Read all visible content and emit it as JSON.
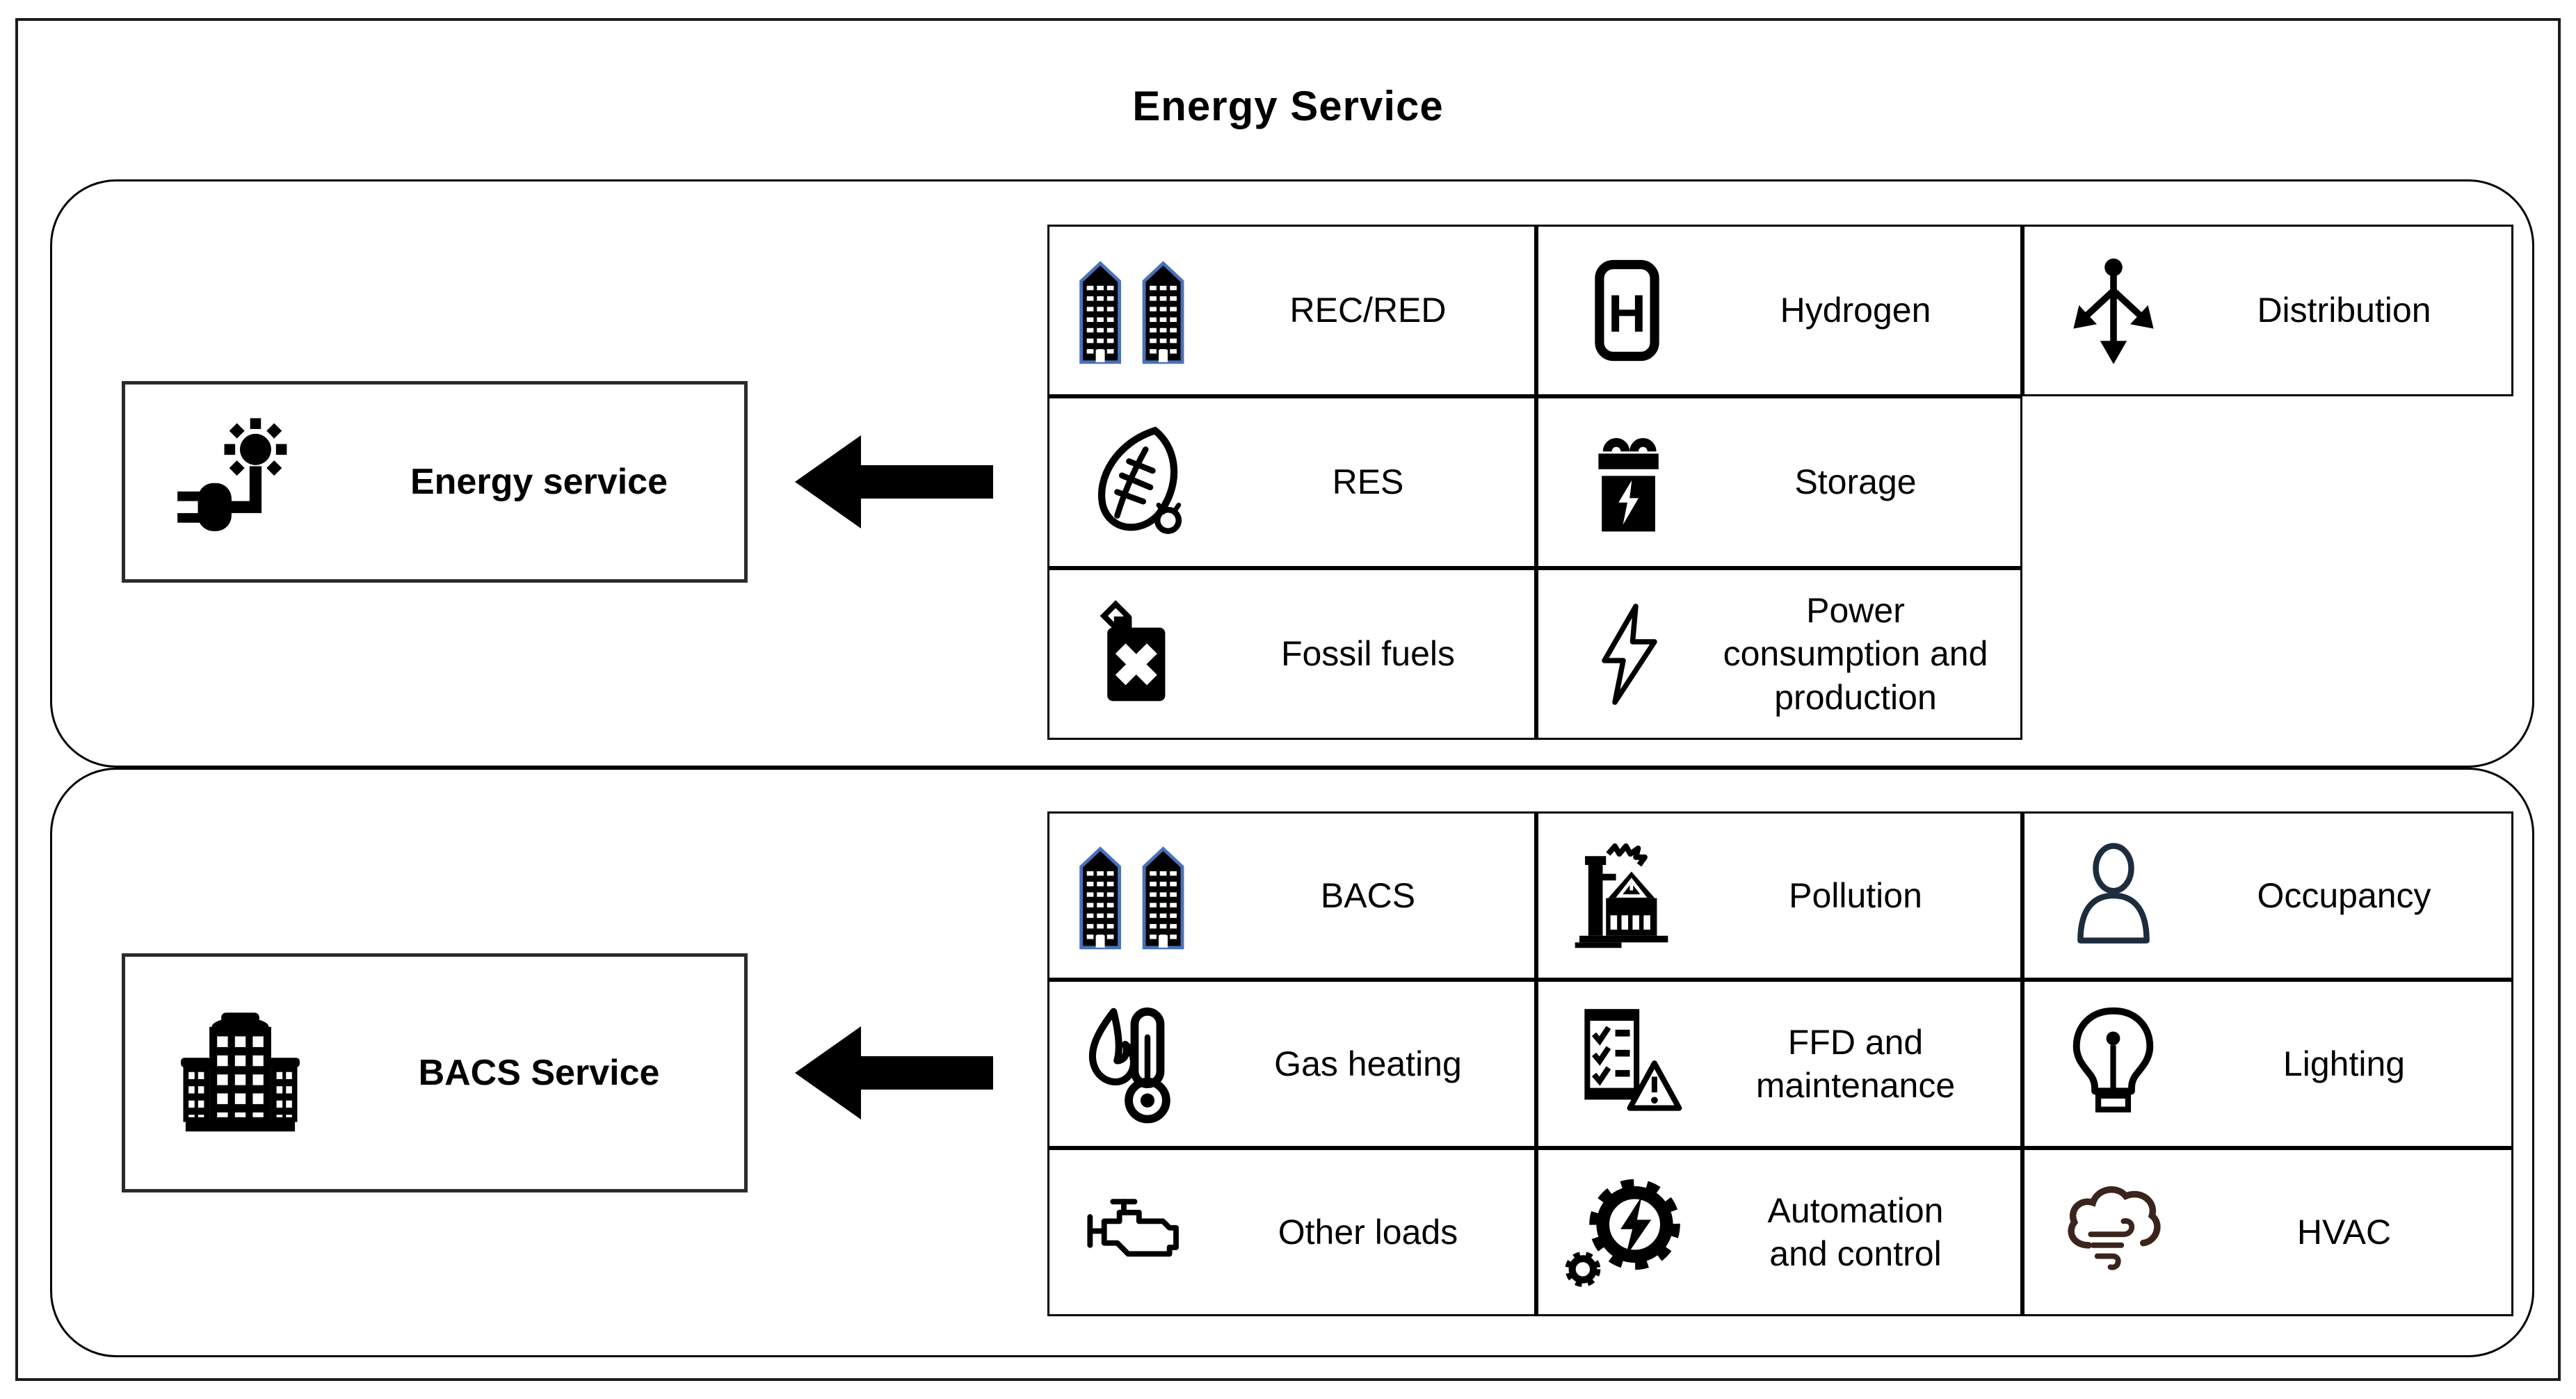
{
  "title": "Energy Service",
  "energy_section": {
    "service_box": {
      "label": "Energy service",
      "icon": "sun-plug-icon"
    },
    "arrow_icon": "thick-left-arrow",
    "grid": {
      "cells": [
        {
          "key": "rec_red",
          "label": "REC/RED",
          "icon": "twin-towers-icon"
        },
        {
          "key": "hydrogen",
          "label": "Hydrogen",
          "icon": "hydrogen-badge-icon"
        },
        {
          "key": "distribution",
          "label": "Distribution",
          "icon": "distribution-arrows-icon"
        },
        {
          "key": "res",
          "label": "RES",
          "icon": "leaf-icon"
        },
        {
          "key": "storage",
          "label": "Storage",
          "icon": "battery-icon"
        },
        {
          "key": "fossil_fuels",
          "label": "Fossil fuels",
          "icon": "fuel-can-icon"
        },
        {
          "key": "power",
          "label": "Power consumption and production",
          "icon": "lightning-bolt-icon"
        }
      ]
    }
  },
  "bacs_section": {
    "service_box": {
      "label": "BACS Service",
      "icon": "office-building-icon"
    },
    "arrow_icon": "thick-left-arrow",
    "grid": {
      "cells": [
        {
          "key": "bacs",
          "label": "BACS",
          "icon": "twin-towers-icon"
        },
        {
          "key": "pollution",
          "label": "Pollution",
          "icon": "factory-smoke-icon"
        },
        {
          "key": "occupancy",
          "label": "Occupancy",
          "icon": "person-icon"
        },
        {
          "key": "gas_heating",
          "label": "Gas heating",
          "icon": "flame-thermometer-icon"
        },
        {
          "key": "ffd",
          "label": "FFD and maintenance",
          "icon": "checklist-warning-icon"
        },
        {
          "key": "lighting",
          "label": "Lighting",
          "icon": "lightbulb-icon"
        },
        {
          "key": "other_loads",
          "label": "Other loads",
          "icon": "engine-icon"
        },
        {
          "key": "automation",
          "label": "Automation and control",
          "icon": "gears-bolt-icon"
        },
        {
          "key": "hvac",
          "label": "HVAC",
          "icon": "cloud-wind-icon"
        }
      ]
    }
  },
  "colors": {
    "ink": "#000000",
    "background": "#ffffff",
    "tower_blue": "#4a71b8",
    "occupancy_navy": "#1e2d3d",
    "hvac_brown": "#3a241c"
  }
}
